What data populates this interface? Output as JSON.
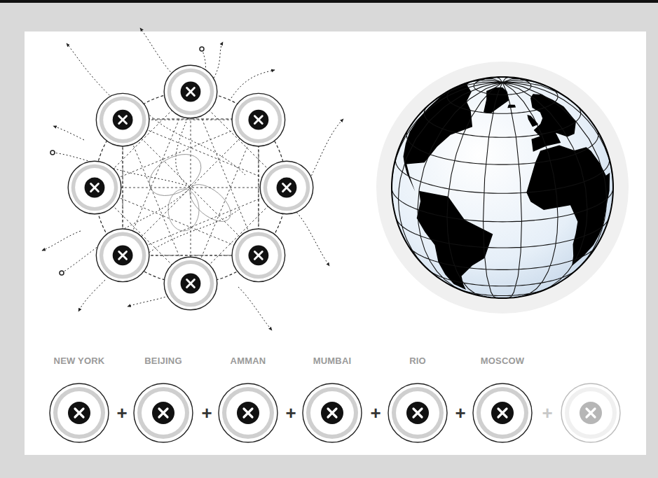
{
  "diagram": {
    "nodes": [
      {
        "text": [
          "NEW YORK"
        ]
      },
      {
        "text": [
          "BEIJING"
        ]
      },
      {
        "text": [
          "AMMAN"
        ]
      },
      {
        "text": [
          "MUMBAI"
        ]
      },
      {
        "text": [
          "RIO"
        ]
      },
      {
        "text": [
          "MOSCOW"
        ]
      }
    ],
    "labels": [
      "+",
      "+",
      "+",
      "+",
      "+",
      "+"
    ]
  }
}
